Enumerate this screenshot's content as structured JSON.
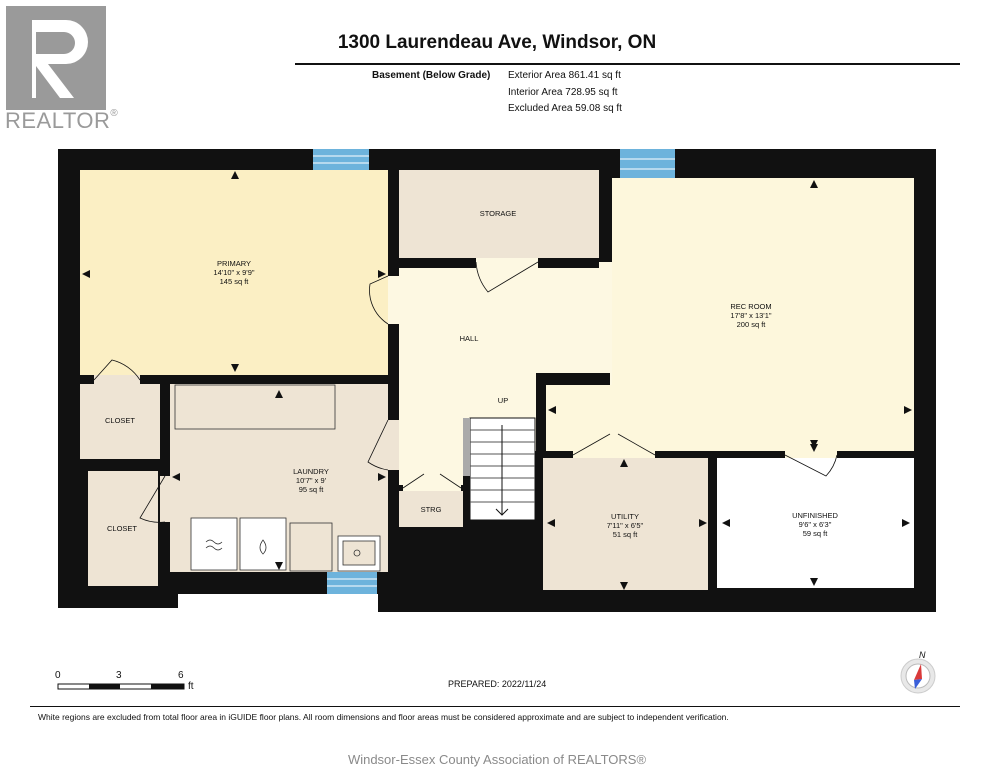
{
  "header": {
    "address": "1300 Laurendeau Ave, Windsor, ON",
    "level_label": "Basement (Below Grade)",
    "exterior_area": "Exterior Area 861.41 sq ft",
    "interior_area": "Interior Area 728.95 sq ft",
    "excluded_area": "Excluded Area 59.08 sq ft"
  },
  "logo": {
    "text": "REALTOR",
    "mark": "®",
    "icon": "realtor-r-logo"
  },
  "rooms": {
    "primary": {
      "name": "PRIMARY",
      "dims": "14'10\" x 9'9\"",
      "area": "145 sq ft"
    },
    "storage": {
      "name": "STORAGE"
    },
    "hall": {
      "name": "HALL"
    },
    "up": {
      "name": "UP"
    },
    "rec_room": {
      "name": "REC ROOM",
      "dims": "17'8\" x 13'1\"",
      "area": "200 sq ft"
    },
    "closet1": {
      "name": "CLOSET"
    },
    "closet2": {
      "name": "CLOSET"
    },
    "laundry": {
      "name": "LAUNDRY",
      "dims": "10'7\" x 9'",
      "area": "95 sq ft"
    },
    "strg": {
      "name": "STRG"
    },
    "utility": {
      "name": "UTILITY",
      "dims": "7'11\" x 6'5\"",
      "area": "51 sq ft"
    },
    "unfinished": {
      "name": "UNFINISHED",
      "dims": "9'6\" x 6'3\"",
      "area": "59 sq ft"
    }
  },
  "colors": {
    "wall": "#111111",
    "primary_fill": "#fbefc4",
    "rec_fill": "#fdf7dc",
    "hall_fill": "#fdf8e2",
    "beige_fill": "#eee4d4",
    "window": "#6db3dc"
  },
  "scale": {
    "ticks": [
      "0",
      "3",
      "6"
    ],
    "unit": "ft"
  },
  "prepared": "PREPARED: 2022/11/24",
  "compass": {
    "label": "N",
    "icon": "compass-icon"
  },
  "note": "White regions are excluded from total floor area in iGUIDE floor plans. All room dimensions and floor areas must be considered approximate and are subject to independent verification.",
  "footer": "Windsor-Essex County Association of REALTORS®"
}
